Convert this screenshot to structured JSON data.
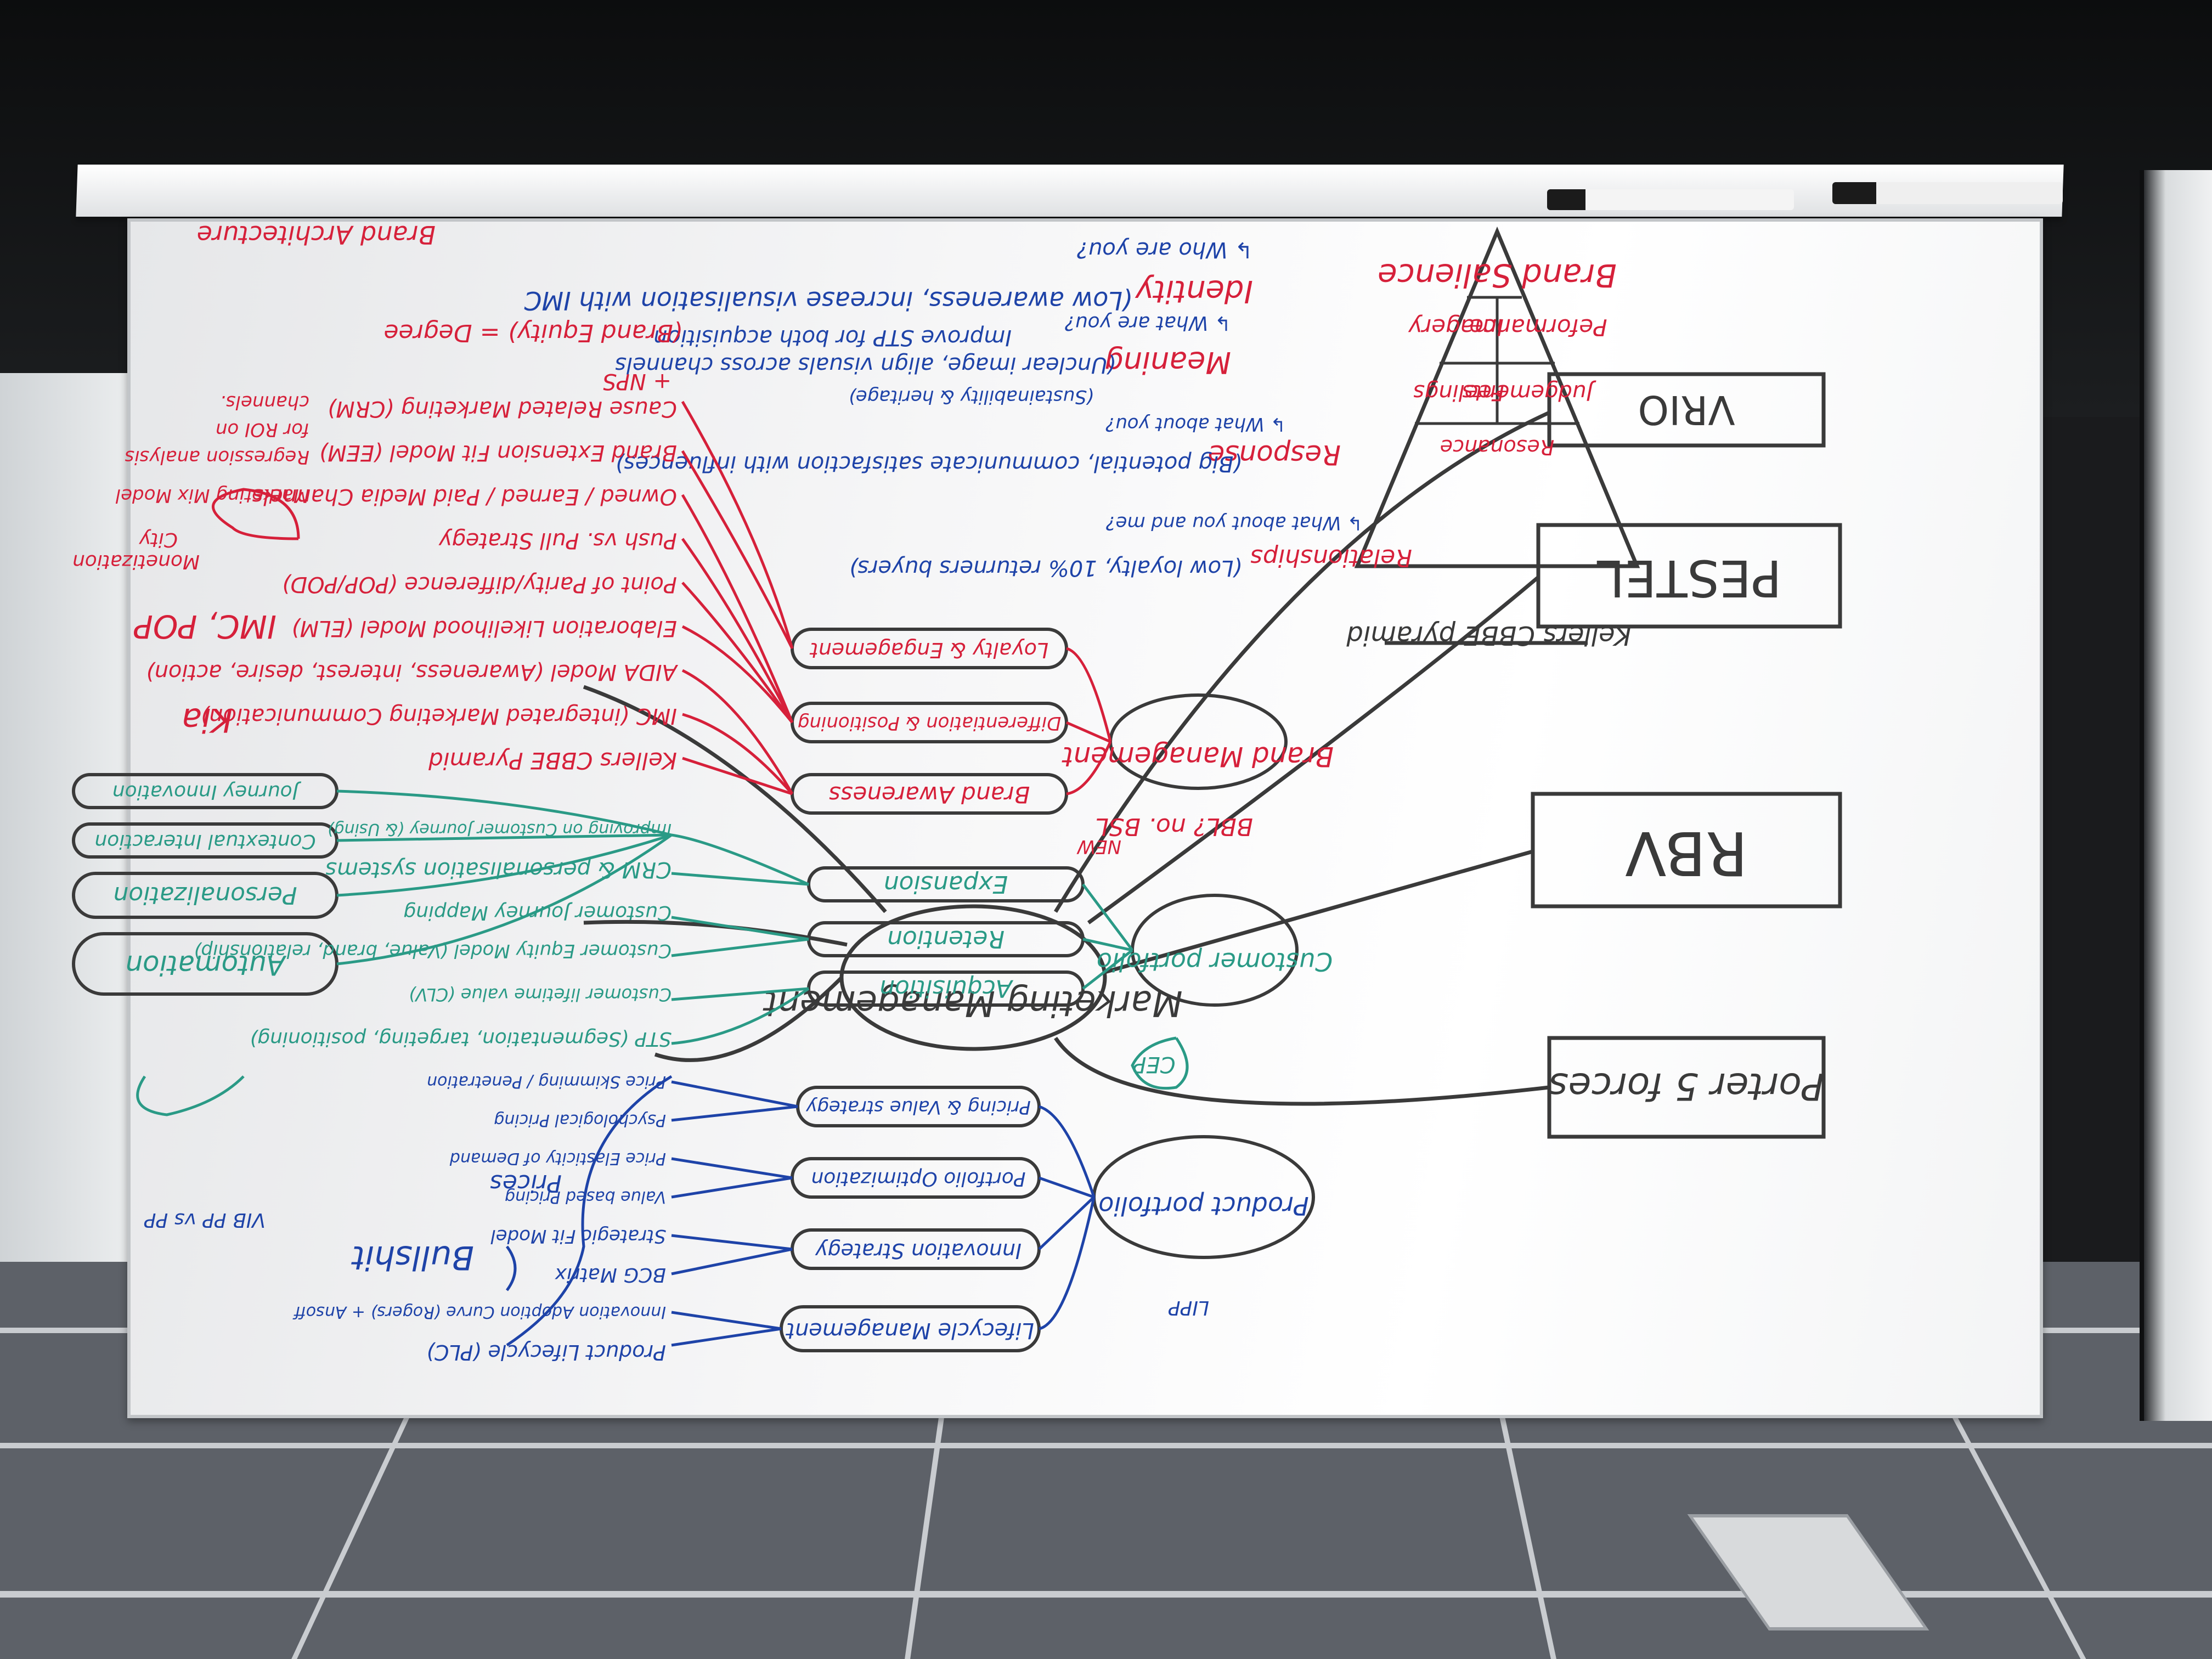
{
  "board": {
    "center": "Marketing Management",
    "frameworks": [
      "Porter 5 forces",
      "RBV",
      "PESTEL",
      "VRIO"
    ],
    "pyramid": {
      "caption": "Kellers CBBE pyramid",
      "levels": [
        "Brand Salience",
        "Peformance",
        "Imagery",
        "Judgements",
        "Feelings",
        "Resonance"
      ],
      "steps": [
        {
          "label": "Identity",
          "note": "(Low awareness, increase visualisation with IMC",
          "note2": "Improve STP for both acquisition",
          "sub": "↳ Who are you?"
        },
        {
          "label": "Meaning",
          "note": "(Unclear image, align visuals across channels",
          "note2": "(Sustainability & heritage)",
          "sub": "↳ What are you?"
        },
        {
          "label": "Response",
          "note": "(Big potential, communicate satisfaction with influences)",
          "sub": "↳ What about you?"
        },
        {
          "label": "Relationships",
          "note": "(Low loyalty, 10% returners buyers)",
          "sub": "↳ What about you and me?"
        }
      ]
    },
    "brand_management": {
      "label": "Brand Management",
      "sub": [
        "Loyalty & Engagement",
        "Differentiation & Positioning",
        "Brand Awareness"
      ],
      "items": [
        "Cause Related Marketing (CRM)",
        "Brand Extension Fit Model (EEM)",
        "Owned / Earned / Paid Media Channels",
        "Push vs. Pull Strategy",
        "Point of Parity/difference (POP/POD)",
        "Elaboration Likelihood Model (ELM)",
        "AIDA Model (Awareness, interest, desire, action)",
        "IMC (integrated Marketing Communication)",
        "Kellers CBBE Pyramid"
      ],
      "notes": [
        "IMC, POP",
        "Kia",
        "BBL? no. BSL",
        "NEW",
        "Marketing Mix Model",
        "Regression analysis",
        "for ROI on",
        "channels.",
        "Brand Architecture",
        "(Brand Equity) = Degree",
        "+ NPS",
        "Monetization",
        "City"
      ]
    },
    "customer_portfolio": {
      "label": "Customer portfolio",
      "sub": [
        "Expansion",
        "Retention",
        "Acquisition"
      ],
      "items": [
        "Improving on Customer Journey (& Using)",
        "CRM & personalisation systems",
        "Customer Journey Mapping",
        "Customer Equity Model (Value, brand, relationship)",
        "Customer lifetime value (CLV)",
        "STP (Segmentation, targeting, positioning)"
      ],
      "innovations": [
        "Journey Innovation",
        "Contextual Interaction",
        "Personalization",
        "Automation"
      ],
      "cloud": "CEP"
    },
    "product_portfolio": {
      "label": "Product portfolio",
      "sub": [
        "Pricing & Value strategy",
        "Portfolio Optimization",
        "Innovation Strategy",
        "Lifecycle Management"
      ],
      "items": [
        "Price Skimming / Penetration",
        "Psychological Pricing",
        "Price Elasticity of Demand",
        "Value based Pricing",
        "Strategic Fit Model",
        "BCG Matrix",
        "Innovation Adoption Curve (Rogers) + Ansoff",
        "Product Lifecycle (PLC)"
      ],
      "notes": [
        "Bullshit",
        "Prices",
        "VIB PP vs PP",
        "LIPP"
      ]
    }
  },
  "colors": {
    "red": "#d6203a",
    "blue": "#1e43a8",
    "green": "#2a9a86",
    "black": "#3a3a3a"
  }
}
